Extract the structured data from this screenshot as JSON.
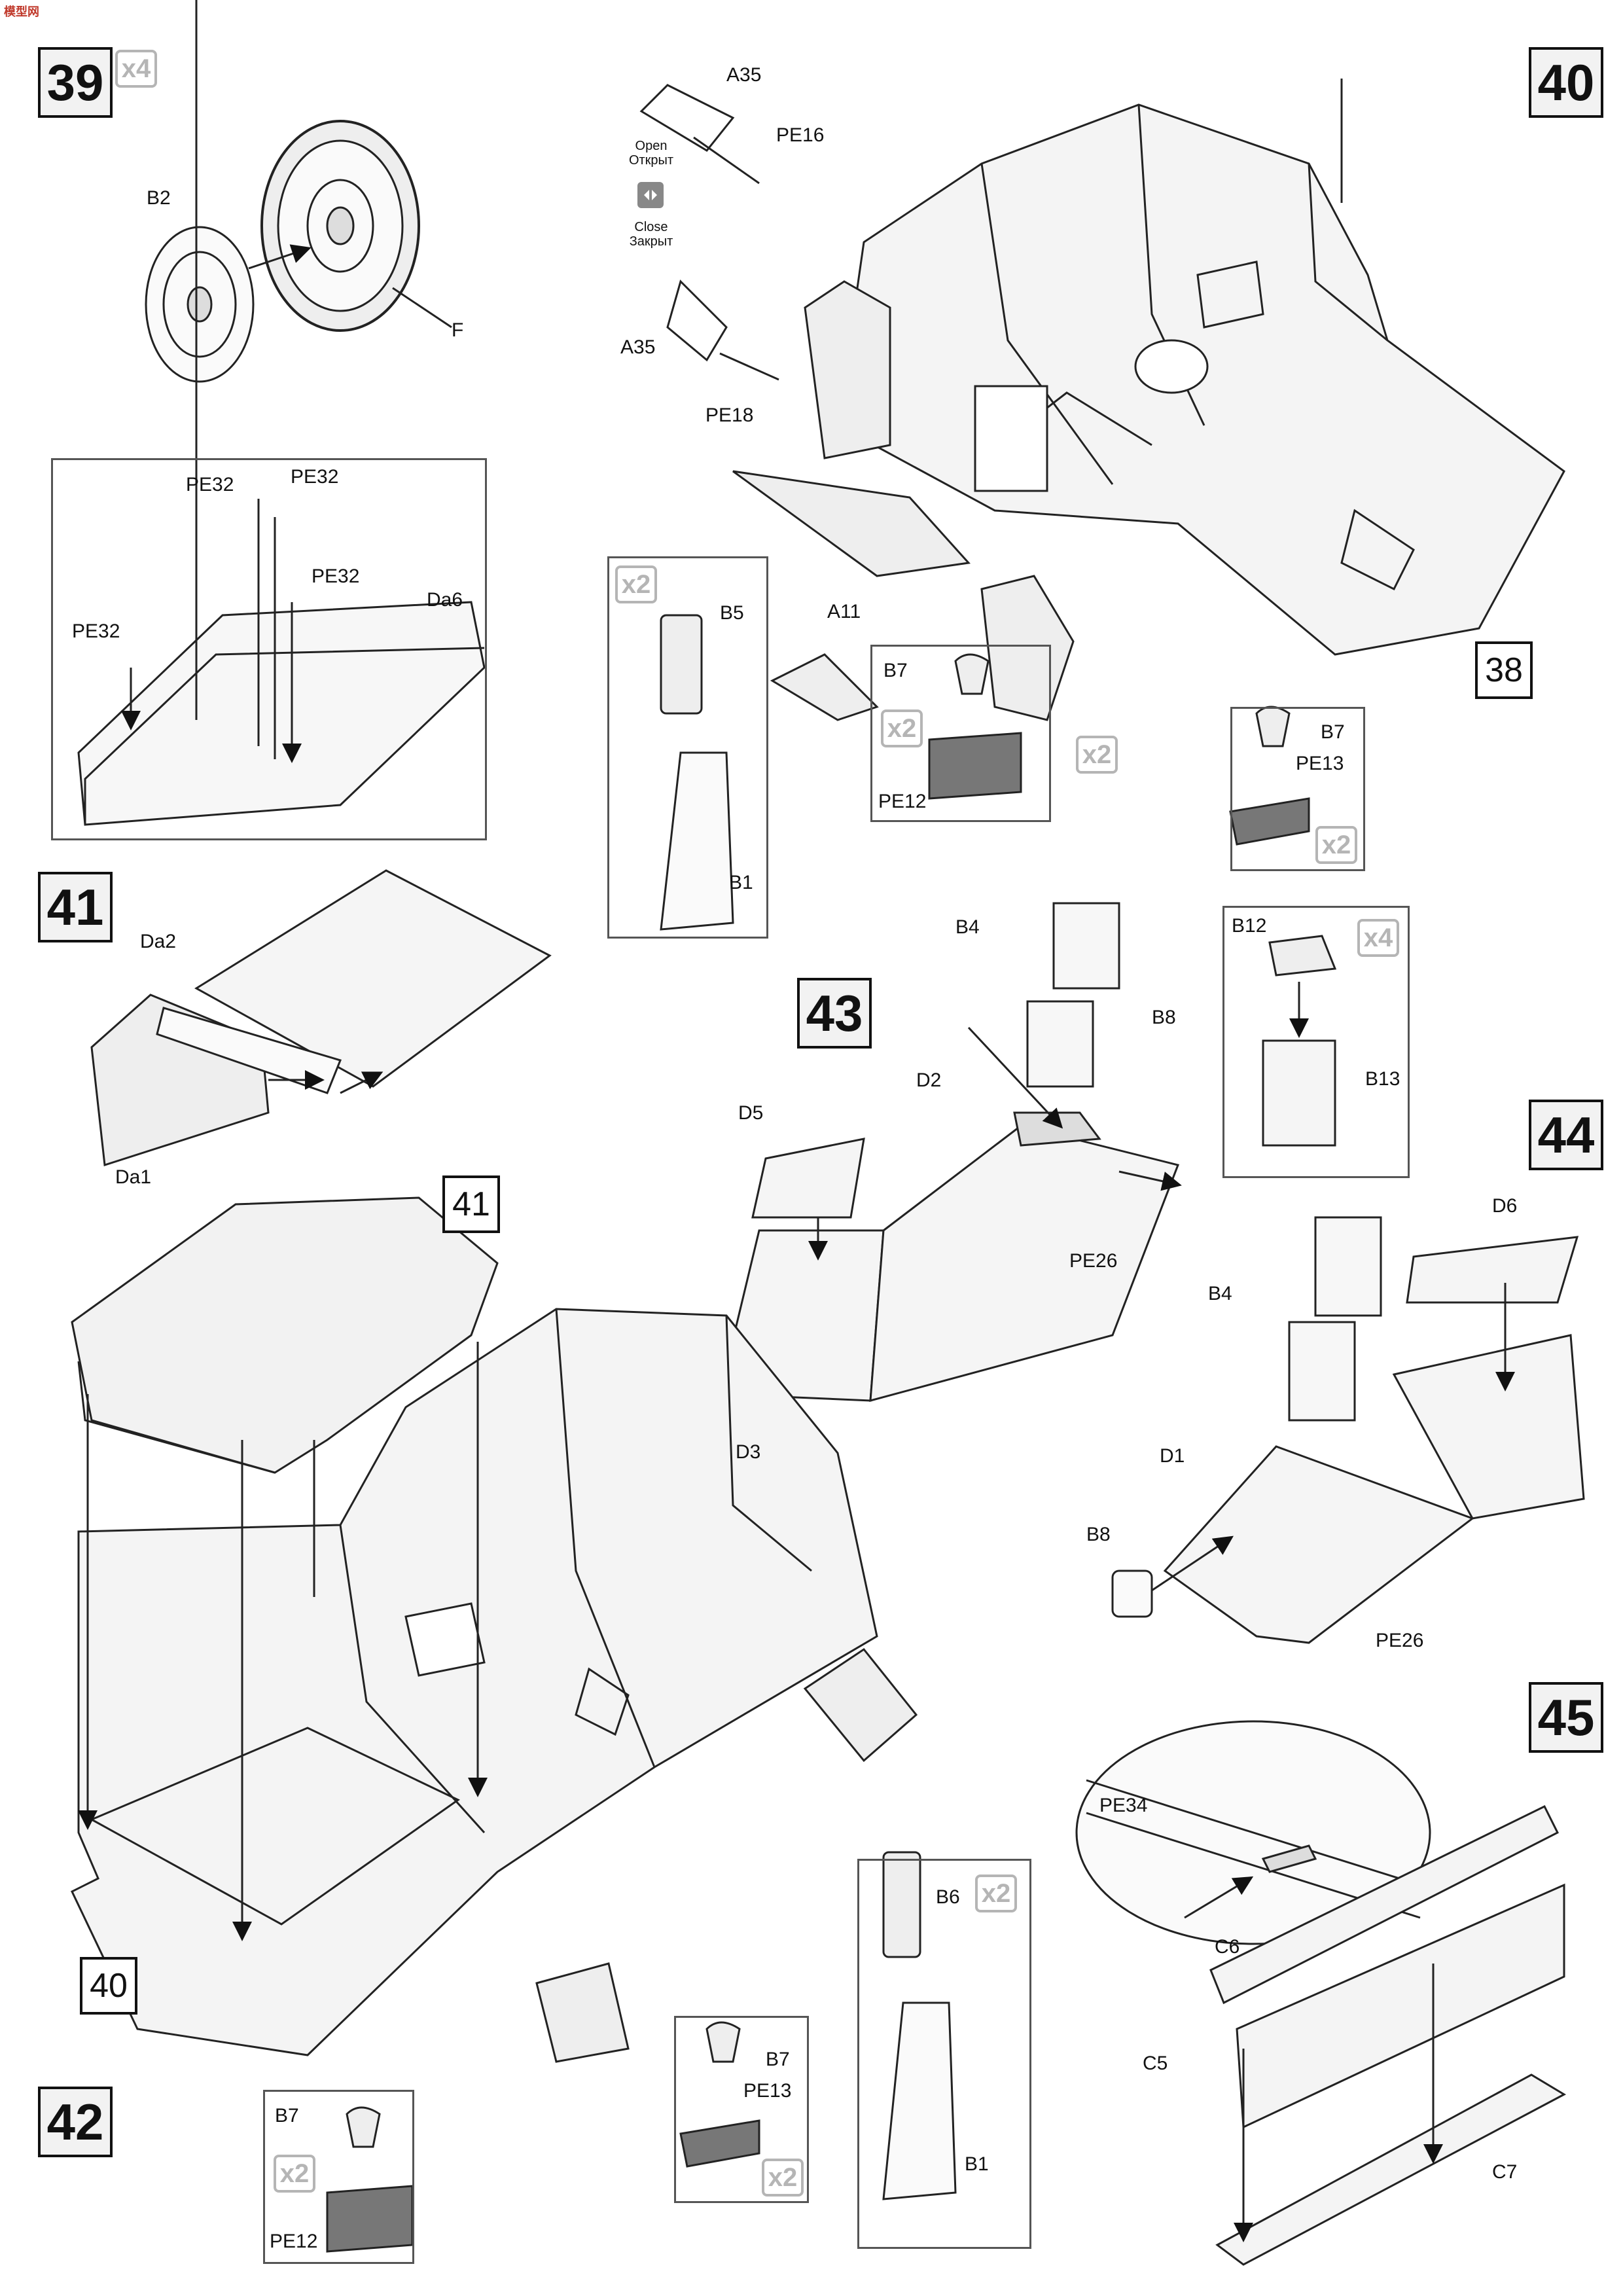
{
  "header": {
    "logo_text": "模型网"
  },
  "steps": [
    {
      "id": "step-39",
      "number": "39",
      "qty": "x4"
    },
    {
      "id": "step-40",
      "number": "40"
    },
    {
      "id": "step-41",
      "number": "41"
    },
    {
      "id": "step-42",
      "number": "42"
    },
    {
      "id": "step-43",
      "number": "43"
    },
    {
      "id": "step-44",
      "number": "44"
    },
    {
      "id": "step-45",
      "number": "45"
    }
  ],
  "refs": {
    "ref_38": "38",
    "ref_41": "41",
    "ref_40": "40"
  },
  "hatch_legend": {
    "open_en": "Open",
    "open_ru": "Открыт",
    "close_en": "Close",
    "close_ru": "Закрыт"
  },
  "qty_badges": {
    "x2": "x2",
    "x4": "x4"
  },
  "labels": {
    "B2": "B2",
    "F": "F",
    "PE32": "PE32",
    "Da6": "Da6",
    "Da2": "Da2",
    "Da1": "Da1",
    "A35": "A35",
    "PE16": "PE16",
    "PE18": "PE18",
    "A11": "A11",
    "B5": "B5",
    "B1": "B1",
    "B7": "B7",
    "PE12": "PE12",
    "PE13": "PE13",
    "B4": "B4",
    "B8": "B8",
    "D2": "D2",
    "D5": "D5",
    "D3": "D3",
    "PE26": "PE26",
    "B12": "B12",
    "B13": "B13",
    "D6": "D6",
    "D1": "D1",
    "B6": "B6",
    "PE34": "PE34",
    "C6": "C6",
    "C5": "C5",
    "C7": "C7"
  }
}
